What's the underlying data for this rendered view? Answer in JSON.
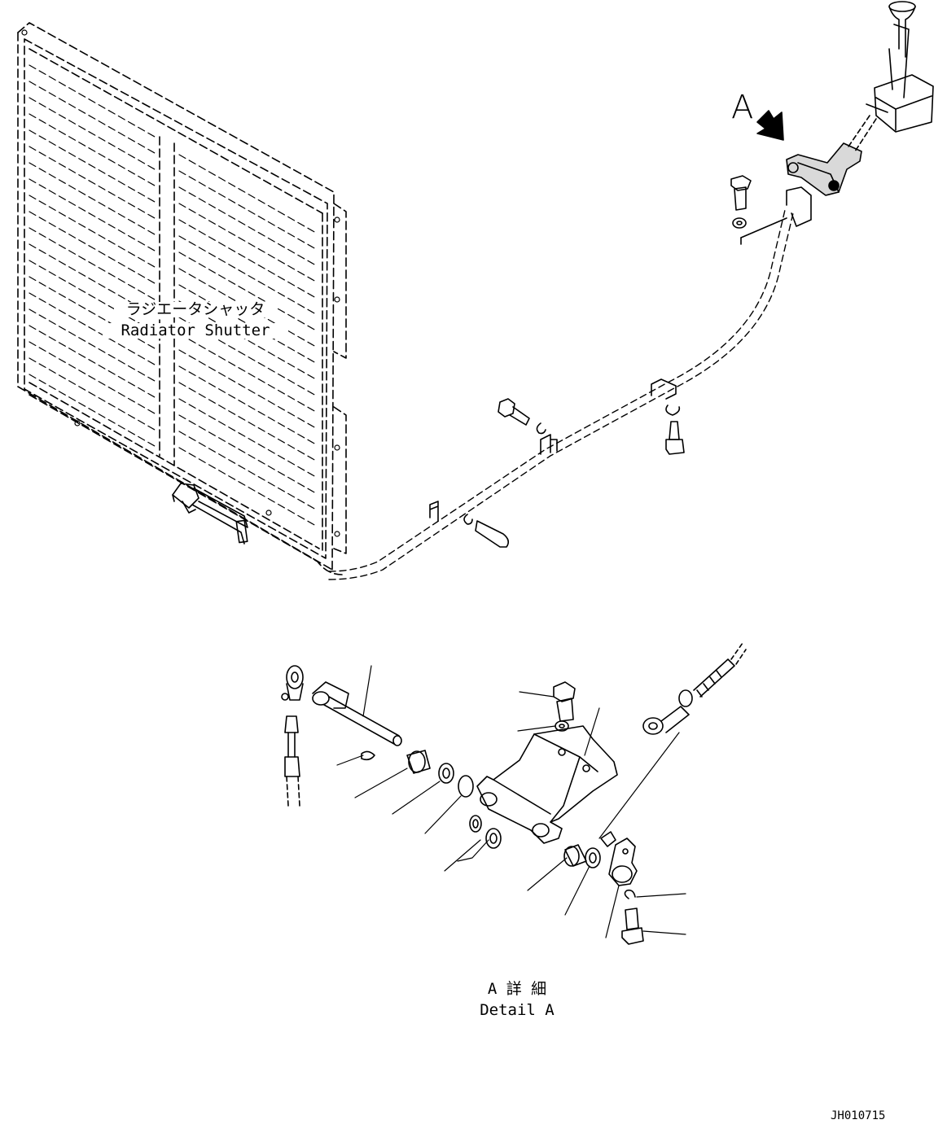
{
  "labels": {
    "radiator_jp": "ラジエータシャッタ",
    "radiator_en": "Radiator Shutter",
    "view_marker": "A",
    "detail_jp": "A 詳 細",
    "detail_en": "Detail A",
    "drawing_code": "JH010715"
  }
}
